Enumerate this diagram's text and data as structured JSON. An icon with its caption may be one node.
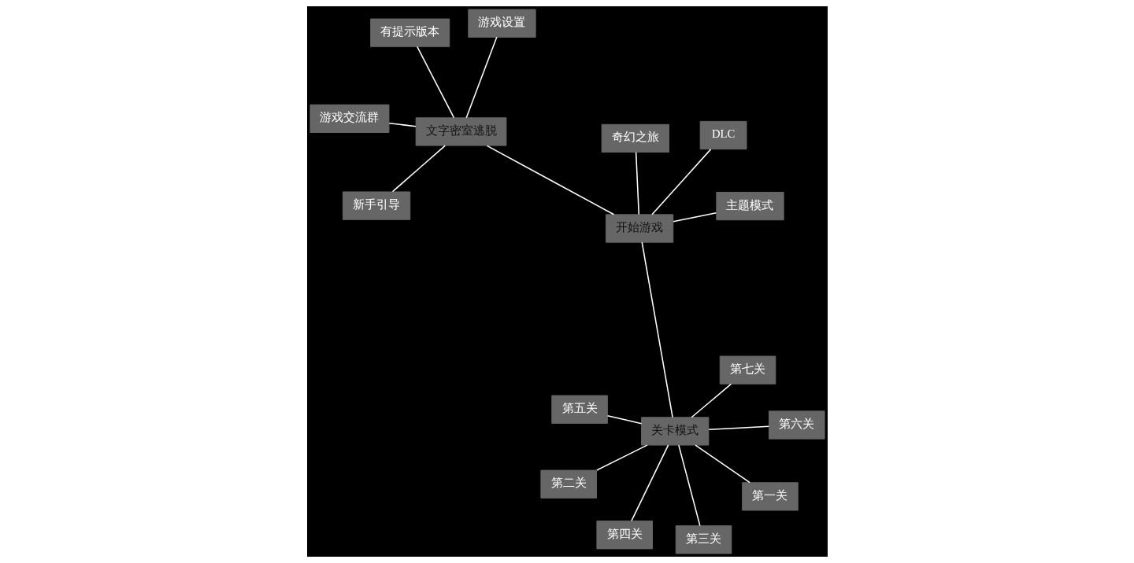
{
  "diagram": {
    "nodes": [
      {
        "text": [
          "文字密室逃脱"
        ]
      },
      {
        "text": [
          "游戏设置"
        ]
      },
      {
        "text": [
          "新手引导"
        ]
      },
      {
        "text": [
          "游戏交流群"
        ]
      },
      {
        "text": [
          "有提示版本"
        ]
      },
      {
        "text": [
          "开始游戏"
        ]
      },
      {
        "text": [
          "关卡模式"
        ]
      },
      {
        "text": [
          "第一关"
        ]
      },
      {
        "text": [
          "第二关"
        ]
      },
      {
        "text": [
          "第三关"
        ]
      },
      {
        "text": [
          "第四关"
        ]
      },
      {
        "text": [
          "第五关"
        ]
      },
      {
        "text": [
          "第六关"
        ]
      },
      {
        "text": [
          "第七关"
        ]
      },
      {
        "text": [
          "奇幻之旅"
        ]
      },
      {
        "text": [
          "DLC"
        ]
      },
      {
        "text": [
          "主题模式"
        ]
      }
    ],
    "edges": [
      {
        "from": 0,
        "to": 1,
        "arrow": "none"
      },
      {
        "from": 0,
        "to": 2,
        "arrow": "none"
      },
      {
        "from": 0,
        "to": 3,
        "arrow": "none"
      },
      {
        "from": 0,
        "to": 4,
        "arrow": "none"
      },
      {
        "from": 0,
        "to": 5,
        "arrow": "none"
      },
      {
        "from": 5,
        "to": 6,
        "arrow": "none"
      },
      {
        "from": 6,
        "to": 7,
        "arrow": "none"
      },
      {
        "from": 6,
        "to": 8,
        "arrow": "none"
      },
      {
        "from": 6,
        "to": 9,
        "arrow": "none"
      },
      {
        "from": 6,
        "to": 10,
        "arrow": "none"
      },
      {
        "from": 6,
        "to": 11,
        "arrow": "none"
      },
      {
        "from": 6,
        "to": 12,
        "arrow": "none"
      },
      {
        "from": 6,
        "to": 13,
        "arrow": "none"
      },
      {
        "from": 5,
        "to": 14,
        "arrow": "none"
      },
      {
        "from": 5,
        "to": 15,
        "arrow": "none"
      },
      {
        "from": 5,
        "to": 16,
        "arrow": "none"
      }
    ]
  }
}
